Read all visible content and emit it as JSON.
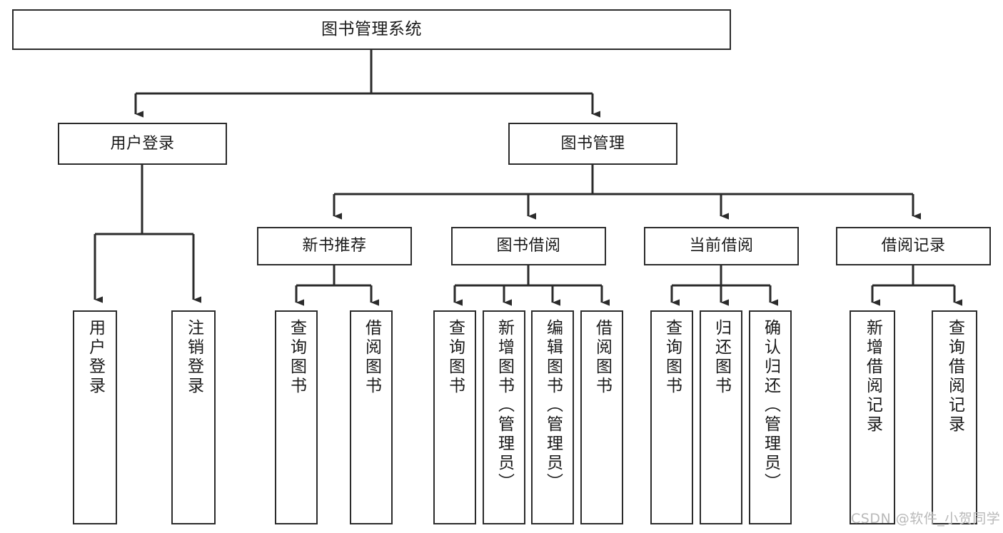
{
  "diagram": {
    "type": "tree",
    "title": "图书管理系统",
    "root": {
      "label": "图书管理系统"
    },
    "level1": [
      {
        "label": "用户登录"
      },
      {
        "label": "图书管理"
      }
    ],
    "level2": [
      {
        "label": "新书推荐"
      },
      {
        "label": "图书借阅"
      },
      {
        "label": "当前借阅"
      },
      {
        "label": "借阅记录"
      }
    ],
    "leaves": {
      "user_login": [
        {
          "label": "用户登录"
        },
        {
          "label": "注销登录"
        }
      ],
      "new_book_recommend": [
        {
          "label": "查询图书"
        },
        {
          "label": "借阅图书"
        }
      ],
      "book_borrow": [
        {
          "label": "查询图书"
        },
        {
          "label": "新增图书（管理员）"
        },
        {
          "label": "编辑图书（管理员）"
        },
        {
          "label": "借阅图书"
        }
      ],
      "current_borrow": [
        {
          "label": "查询图书"
        },
        {
          "label": "归还图书"
        },
        {
          "label": "确认归还（管理员）"
        }
      ],
      "borrow_record": [
        {
          "label": "新增借阅记录"
        },
        {
          "label": "查询借阅记录"
        }
      ]
    }
  },
  "watermark": {
    "text": "CSDN @软件_小贺同学"
  },
  "colors": {
    "box_border": "#2b2b2b",
    "connector": "#2b2b2b",
    "background": "#ffffff",
    "text": "#1a1a1a",
    "watermark": "#b9b9b9"
  }
}
